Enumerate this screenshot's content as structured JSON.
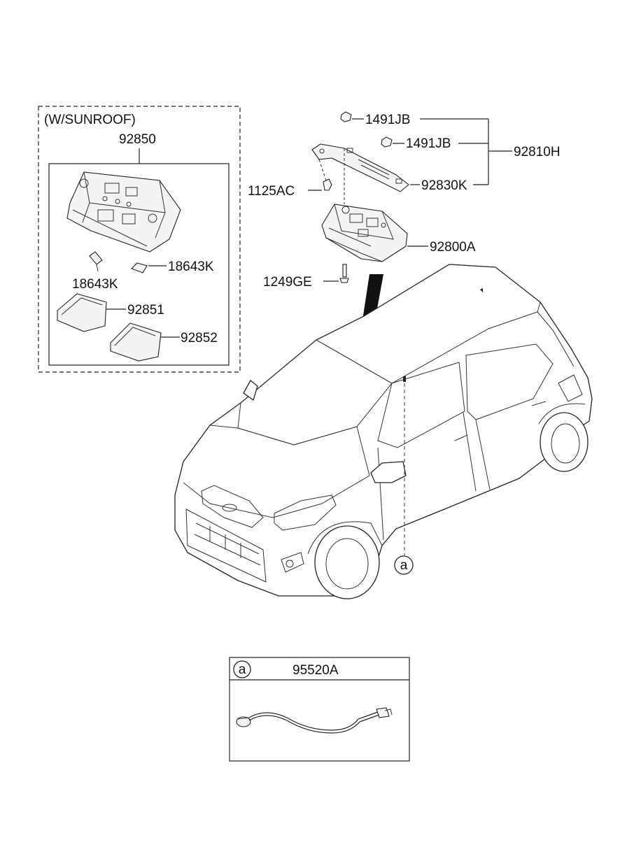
{
  "sunroof_box": {
    "title": "(W/SUNROOF)",
    "assembly": "92850",
    "bulb_left": "18643K",
    "bulb_right": "18643K",
    "lens_1": "92851",
    "lens_2": "92852"
  },
  "main_parts": {
    "nut_1": "1491JB",
    "nut_2": "1491JB",
    "bracket_assy": "92810H",
    "bolt": "1125AC",
    "bracket": "92830K",
    "lamp_assy": "92800A",
    "screw": "1249GE"
  },
  "callout": {
    "marker": "a"
  },
  "detail_box": {
    "marker": "a",
    "part": "95520A"
  }
}
